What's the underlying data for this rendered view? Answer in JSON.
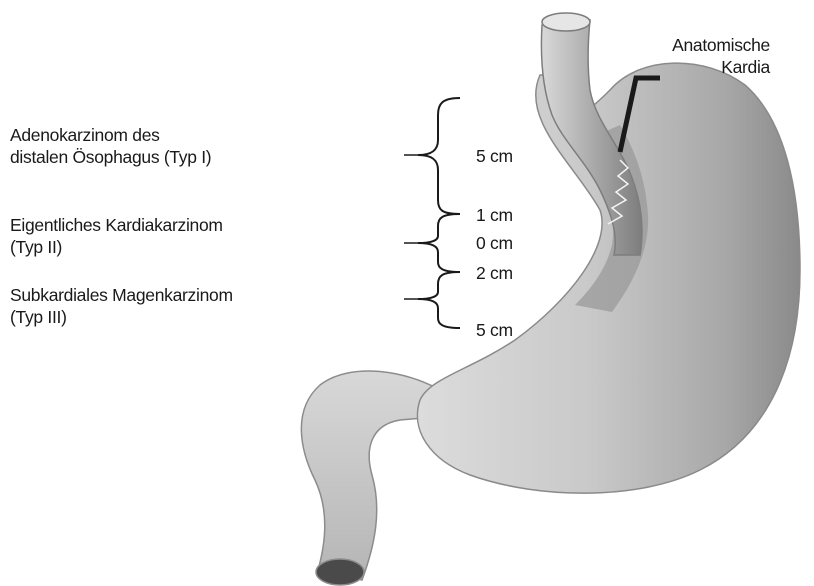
{
  "types": [
    {
      "line1": "Adenokarzinom des",
      "line2": "distalen Ösophagus (Typ I)"
    },
    {
      "line1": "Eigentliches Kardiakarzinom",
      "line2": "(Typ II)"
    },
    {
      "line1": "Subkardiales Magenkarzinom",
      "line2": "(Typ III)"
    }
  ],
  "measurements": [
    "5 cm",
    "1 cm",
    "0 cm",
    "2 cm",
    "5 cm"
  ],
  "cardia_label": {
    "line1": "Anatomische",
    "line2": "Kardia"
  }
}
